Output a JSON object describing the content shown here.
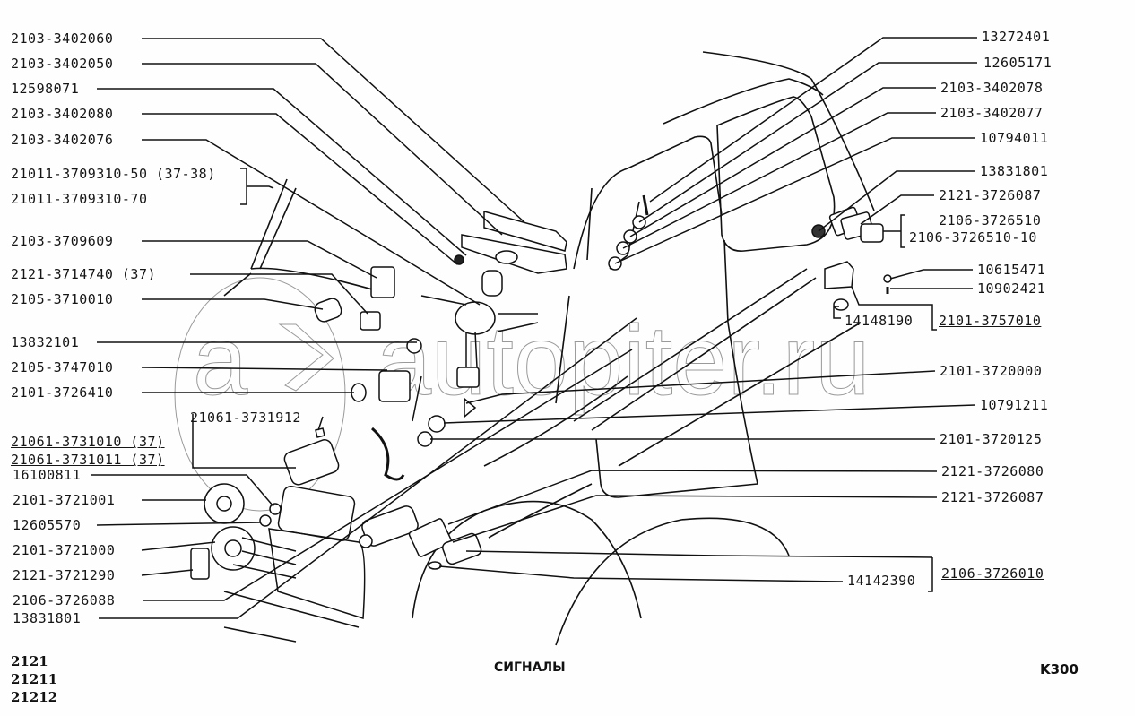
{
  "watermark": "autopiter.ru",
  "left_labels": [
    {
      "id": "l1",
      "text": "2103-3402060"
    },
    {
      "id": "l2",
      "text": "2103-3402050"
    },
    {
      "id": "l3",
      "text": "12598071"
    },
    {
      "id": "l4",
      "text": "2103-3402080"
    },
    {
      "id": "l5",
      "text": "2103-3402076"
    },
    {
      "id": "l6",
      "text": "21011-3709310-50 (37-38)"
    },
    {
      "id": "l7",
      "text": "21011-3709310-70"
    },
    {
      "id": "l8",
      "text": "2103-3709609"
    },
    {
      "id": "l9",
      "text": "2121-3714740 (37)"
    },
    {
      "id": "l10",
      "text": "2105-3710010"
    },
    {
      "id": "l11",
      "text": "13832101"
    },
    {
      "id": "l12",
      "text": "2105-3747010"
    },
    {
      "id": "l13",
      "text": "2101-3726410"
    },
    {
      "id": "l14",
      "text": "21061-3731912"
    },
    {
      "id": "l15",
      "text": "21061-3731010 (37)"
    },
    {
      "id": "l16",
      "text": "21061-3731011 (37)"
    },
    {
      "id": "l17",
      "text": "16100811"
    },
    {
      "id": "l18",
      "text": "2101-3721001"
    },
    {
      "id": "l19",
      "text": "12605570"
    },
    {
      "id": "l20",
      "text": "2101-3721000"
    },
    {
      "id": "l21",
      "text": "2121-3721290"
    },
    {
      "id": "l22",
      "text": "2106-3726088"
    },
    {
      "id": "l23",
      "text": "13831801"
    }
  ],
  "right_labels": [
    {
      "id": "r1",
      "text": "13272401"
    },
    {
      "id": "r2",
      "text": "12605171"
    },
    {
      "id": "r3",
      "text": "2103-3402078"
    },
    {
      "id": "r4",
      "text": "2103-3402077"
    },
    {
      "id": "r5",
      "text": "10794011"
    },
    {
      "id": "r6",
      "text": "13831801"
    },
    {
      "id": "r7",
      "text": "2121-3726087"
    },
    {
      "id": "r8",
      "text": "2106-3726510"
    },
    {
      "id": "r9",
      "text": "2106-3726510-10"
    },
    {
      "id": "r10",
      "text": "10615471"
    },
    {
      "id": "r11",
      "text": "10902421"
    },
    {
      "id": "r12",
      "text": "14148190"
    },
    {
      "id": "r13",
      "text": "2101-3757010"
    },
    {
      "id": "r14",
      "text": "2101-3720000"
    },
    {
      "id": "r15",
      "text": "10791211"
    },
    {
      "id": "r16",
      "text": "2101-3720125"
    },
    {
      "id": "r17",
      "text": "2121-3726080"
    },
    {
      "id": "r18",
      "text": "2121-3726087"
    },
    {
      "id": "r19",
      "text": "14142390"
    },
    {
      "id": "r20",
      "text": "2106-3726010"
    }
  ],
  "footer": {
    "models": [
      "2121",
      "21211",
      "21212"
    ],
    "title": "СИГНАЛЫ",
    "code": "K300"
  }
}
